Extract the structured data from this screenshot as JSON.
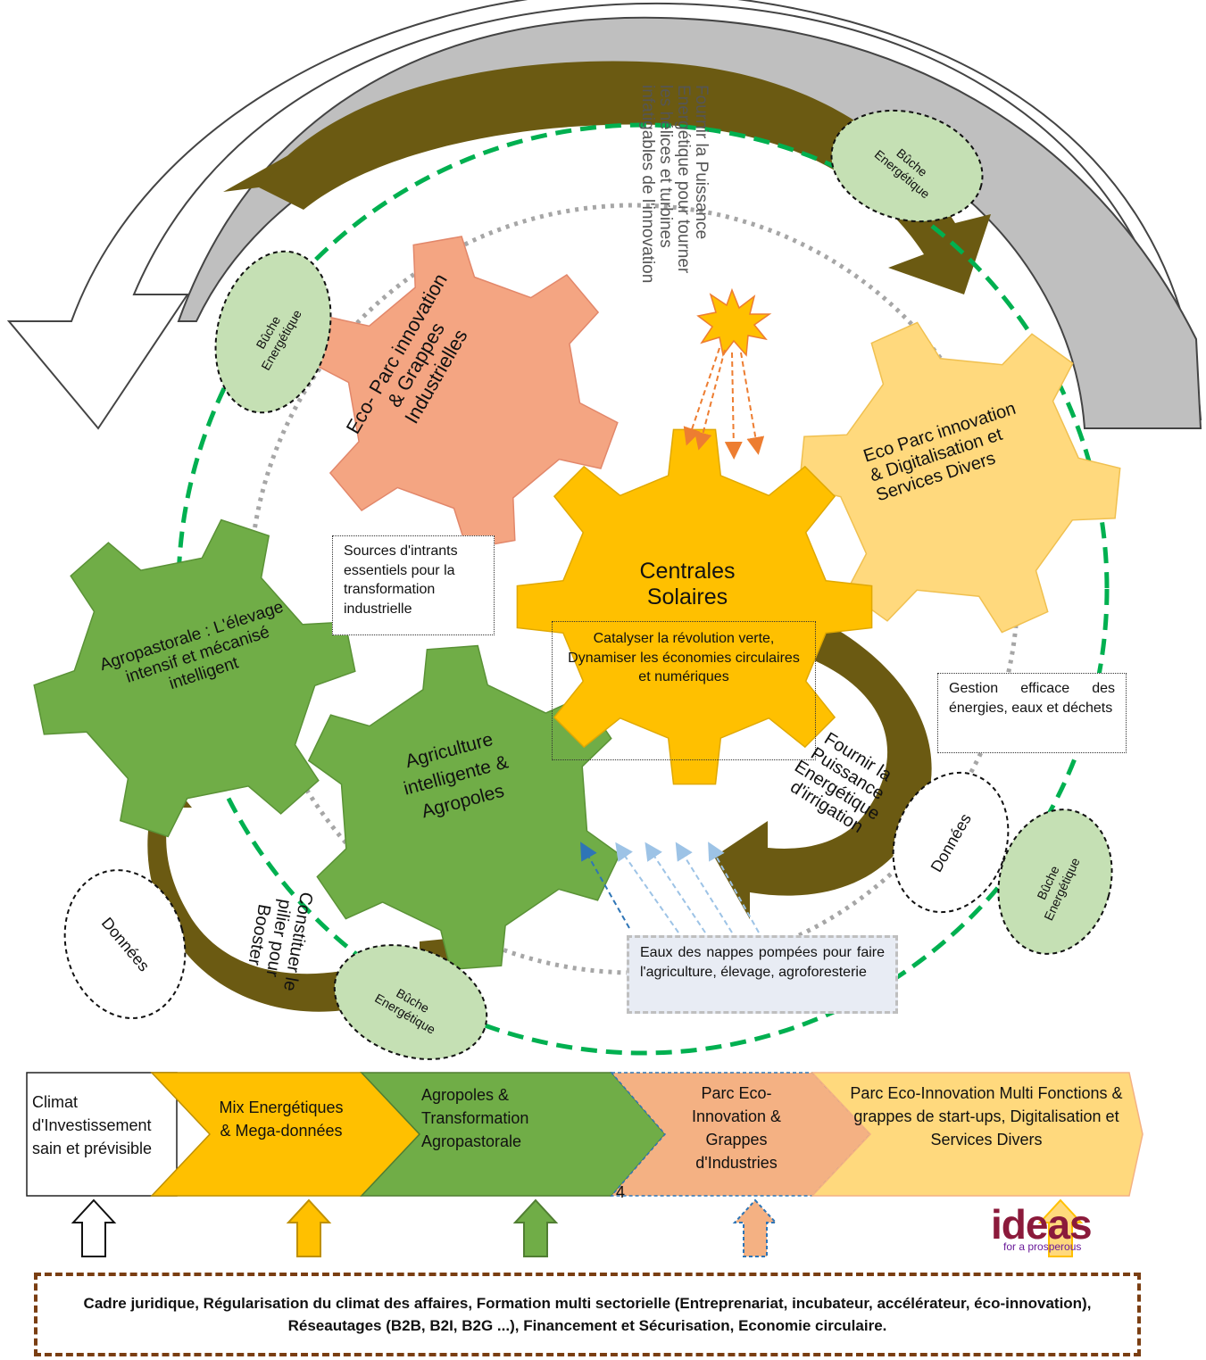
{
  "top_arrow_text": "Fournir la Puissance Energétique pour tourner les hélices et turbines infatigables de l'innovation",
  "buche": "Bûche Energétique",
  "donnees": "Données",
  "gears": {
    "centrales": "Centrales Solaires",
    "parc_industriel": "Eco- Parc innovation & Grappes Industrielles",
    "parc_digital": "Eco Parc innovation & Digitalisation et Services Divers",
    "agropastorale": "Agropastorale : L'élevage intensif et mécanisé intelligent",
    "agriculture": "Agriculture intelligente & Agropoles"
  },
  "notes": {
    "sources": "Sources d'intrants essentiels pour la transformation industrielle",
    "catalyser": "Catalyser la révolution verte, Dynamiser les économies circulaires et numériques",
    "gestion": "Gestion efficace des énergies, eaux et déchets",
    "eaux": "Eaux des nappes pompées pour faire l'agriculture, élevage, agroforesterie"
  },
  "arrow_labels": {
    "irrigation": "Fournir la Puissance Energétique d'irrigation",
    "booster": "Constituer le pilier pour Booster"
  },
  "chevrons": [
    {
      "label": "Climat d'Investissement sain et prévisible",
      "color": "#ffffff"
    },
    {
      "label": "Mix Energétiques & Mega-données",
      "color": "#ffc000"
    },
    {
      "label": "Agropoles & Transformation Agropastorale",
      "color": "#70ad47"
    },
    {
      "label": "Parc Eco-Innovation & Grappes d'Industries",
      "color": "#f4b183"
    },
    {
      "label": "Parc Eco-Innovation Multi Fonctions & grappes de start-ups, Digitalisation et Services Divers",
      "color": "#ffd97d"
    }
  ],
  "page_number": "4",
  "bottom_text": "Cadre juridique, Régularisation du climat des affaires, Formation multi sectorielle (Entreprenariat, incubateur, accélérateur, éco-innovation), Réseautages (B2B, B2I, B2G ...), Financement et Sécurisation, Economie circulaire.",
  "logo": {
    "word": "ideas",
    "tagline": "for a prosperous"
  }
}
